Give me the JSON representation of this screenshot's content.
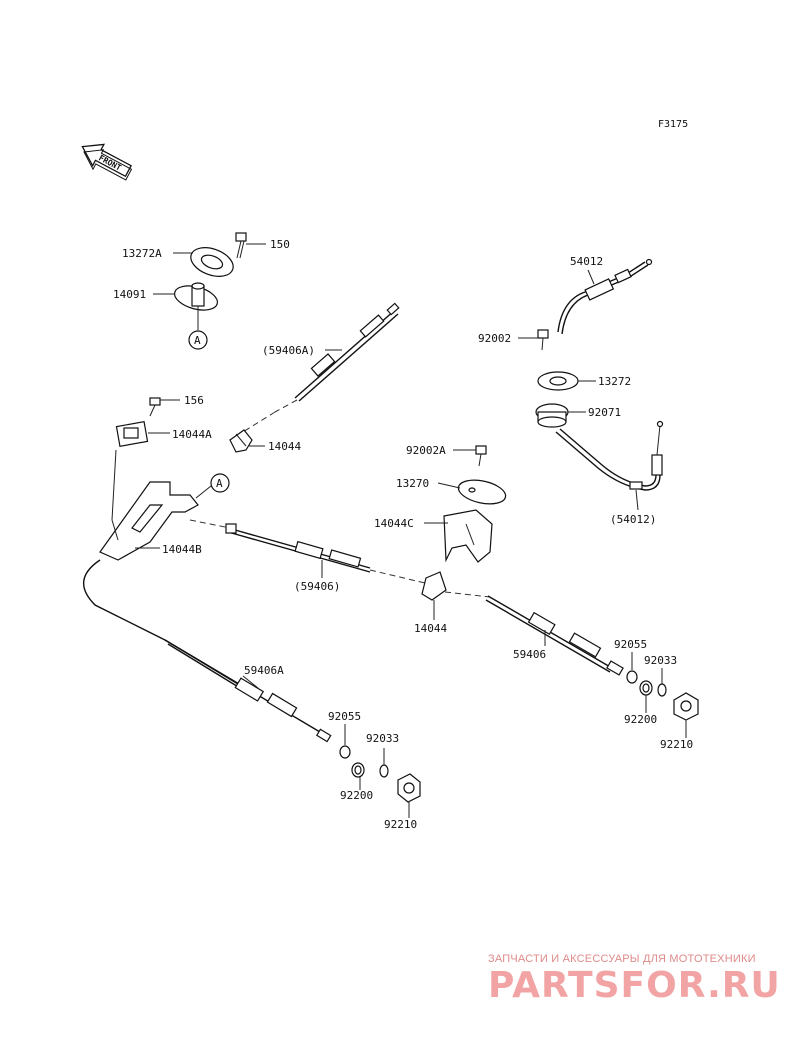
{
  "figure_code": "F3175",
  "front_label": "FRONT",
  "ref_marker": "A",
  "labels": {
    "p13272A": "13272A",
    "p150": "150",
    "p14091": "14091",
    "p59406A_paren": "(59406A)",
    "p156": "156",
    "p14044A": "14044A",
    "p14044_top": "14044",
    "p14044B": "14044B",
    "p54012": "54012",
    "p92002": "92002",
    "p13272": "13272",
    "p92071": "92071",
    "p54012_paren": "(54012)",
    "p92002A": "92002A",
    "p13270": "13270",
    "p14044C": "14044C",
    "p59406_paren": "(59406)",
    "p14044_mid": "14044",
    "p59406": "59406",
    "p92055_r": "92055",
    "p92033_r": "92033",
    "p92200_r": "92200",
    "p92210_r": "92210",
    "p59406A": "59406A",
    "p92055_l": "92055",
    "p92033_l": "92033",
    "p92200_l": "92200",
    "p92210_l": "92210"
  },
  "watermark": {
    "subtitle": "ЗАПЧАСТИ И АКСЕССУАРЫ ДЛЯ МОТОТЕХНИКИ",
    "brand": "PARTSFOR.RU"
  }
}
